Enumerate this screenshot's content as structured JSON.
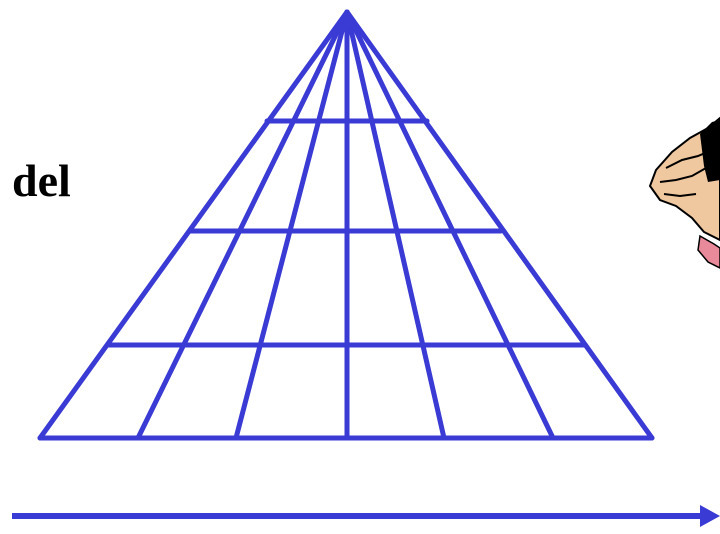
{
  "slide": {
    "title_fragment": "del"
  },
  "colors": {
    "grid": "#3a3ad4",
    "arrow": "#3a3ad4",
    "text": "#000000",
    "background": "#ffffff",
    "clipart_skin": "#f0c8a0",
    "clipart_outline": "#000000",
    "clipart_accent": "#e88a9a"
  },
  "icons": {
    "clipart": "partial-clipart-figure",
    "arrow": "right-arrow"
  }
}
